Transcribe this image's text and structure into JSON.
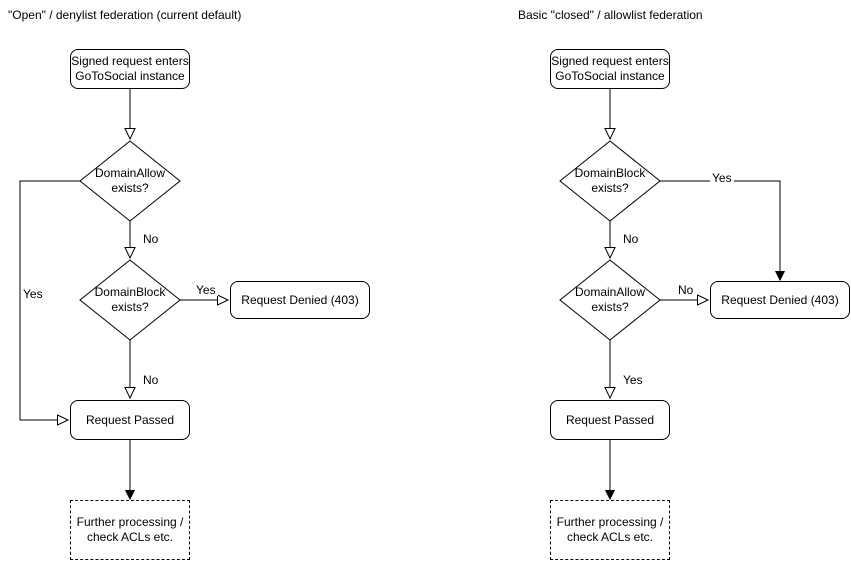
{
  "colors": {
    "stroke": "#000000",
    "node_fill": "#ffffff",
    "background": "#ffffff",
    "text": "#000000"
  },
  "left": {
    "title": "\"Open\" / denylist federation (current default)",
    "start": {
      "lines": [
        "Signed request enters",
        "GoToSocial instance"
      ]
    },
    "decision1": {
      "lines": [
        "DomainAllow",
        "exists?"
      ]
    },
    "decision2": {
      "lines": [
        "DomainBlock",
        "exists?"
      ]
    },
    "denied": {
      "label": "Request Denied (403)"
    },
    "passed": {
      "label": "Request Passed"
    },
    "further": {
      "lines": [
        "Further processing /",
        "check ACLs etc."
      ]
    },
    "edges": {
      "yes_loop": "Yes",
      "no_to_block": "No",
      "yes_to_denied": "Yes",
      "no_to_passed": "No"
    }
  },
  "right": {
    "title": "Basic \"closed\" / allowlist federation",
    "start": {
      "lines": [
        "Signed request enters",
        "GoToSocial instance"
      ]
    },
    "decision1": {
      "lines": [
        "DomainBlock",
        "exists?"
      ]
    },
    "decision2": {
      "lines": [
        "DomainAllow",
        "exists?"
      ]
    },
    "denied": {
      "label": "Request Denied (403)"
    },
    "passed": {
      "label": "Request Passed"
    },
    "further": {
      "lines": [
        "Further processing /",
        "check ACLs etc."
      ]
    },
    "edges": {
      "yes_to_denied": "Yes",
      "no_to_allow": "No",
      "no_to_denied": "No",
      "yes_to_passed": "Yes"
    }
  }
}
